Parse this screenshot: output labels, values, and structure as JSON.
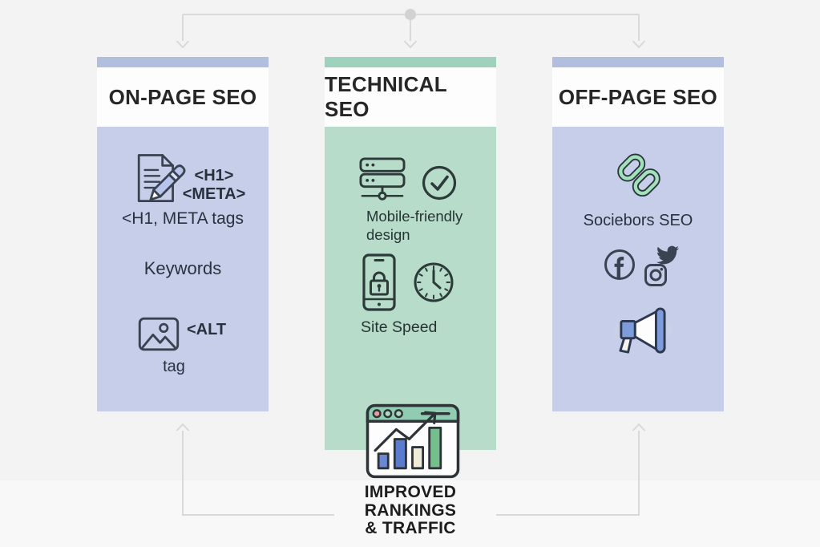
{
  "columns": [
    {
      "title": "ON-PAGE SEO",
      "h1_code": "<H1>",
      "meta_code": "<META>",
      "h1_meta_label": "<H1, META tags",
      "keywords_label": "Keywords",
      "alt_code": "<ALT",
      "alt_tag_label": "tag"
    },
    {
      "title": "TECHNICAL SEO",
      "mobile_line1": "Mobile-friendly",
      "mobile_line2": "design",
      "site_speed_label": "Site Speed"
    },
    {
      "title": "OFF-PAGE SEO",
      "backlinks_label": "Sociebors SEO"
    }
  ],
  "result": {
    "line1": "IMPROVED",
    "line2": "RANKINGS",
    "line3": "& TRAFFIC"
  },
  "colors": {
    "accent_purple_band": "#b2bede",
    "accent_purple_body": "#c7cee9",
    "accent_green_band": "#9fd2bc",
    "accent_green_body": "#b8dcca",
    "header_white": "#fdfdfd",
    "background": "#f2f3f2",
    "connector_gray": "#d8d9d9",
    "icon_dark": "#38424e",
    "link_green": "#a2e2b8",
    "megaphone_blue": "#7e9cd9",
    "chart_bar_blue": "#5b7cce",
    "chart_bar_cream": "#f0ecda",
    "chart_bar_green": "#74c08d",
    "browser_bar_green": "#8fccb2",
    "browser_dot_red": "#e59b97"
  }
}
